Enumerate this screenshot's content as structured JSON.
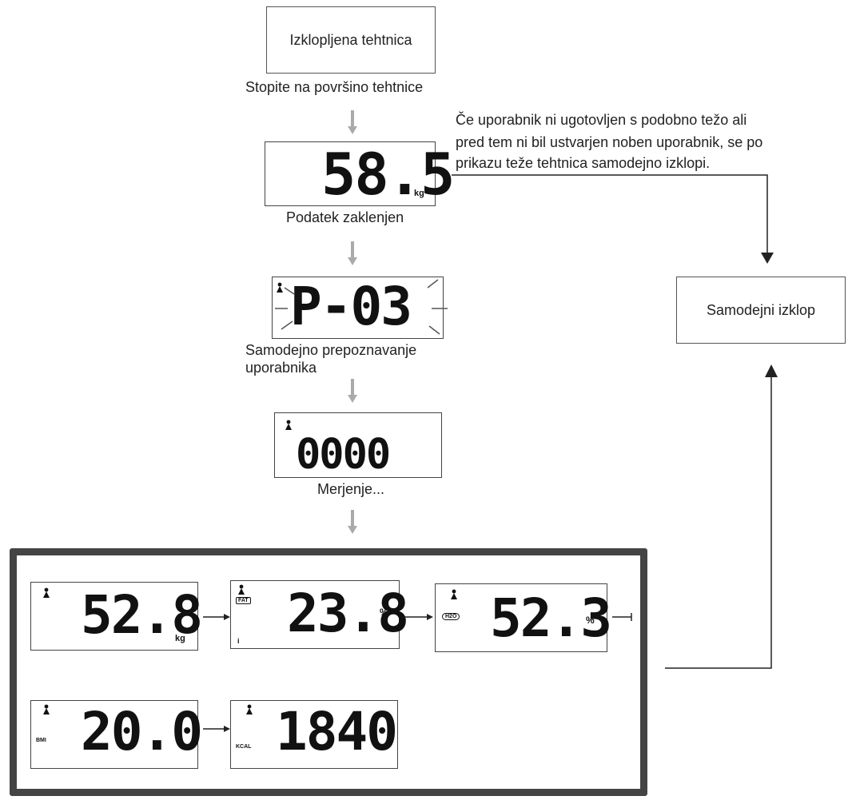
{
  "steps": {
    "scale_off": "Izklopljena tehtnica",
    "step_on": "Stopite na površino tehtnice",
    "data_locked": "Podatek zaklenjen",
    "auto_recog_line1": "Samodejno prepoznavanje",
    "auto_recog_line2": "uporabnika",
    "measuring": "Merjenje..."
  },
  "note": {
    "line1": "Če uporabnik ni ugotovljen s podobno težo ali",
    "line2": "pred tem ni bil ustvarjen noben uporabnik, se po",
    "line3": "prikazu teže tehtnica samodejno izklopi."
  },
  "auto_off": "Samodejni izklop",
  "displays": {
    "weight1": {
      "value": "58.5",
      "unit": "kg"
    },
    "user": {
      "value": "P-03"
    },
    "measuring": {
      "value": "0000"
    }
  },
  "results": {
    "weight": {
      "value": "52.8",
      "unit": "kg"
    },
    "fat": {
      "value": "23.8",
      "unit": "%",
      "icon_label": "FAT"
    },
    "water": {
      "value": "52.3",
      "unit": "%",
      "icon_label": "H2O"
    },
    "bmi": {
      "value": "20.0",
      "label": "BMI"
    },
    "kcal": {
      "value": "1840",
      "label": "KCAL"
    }
  }
}
